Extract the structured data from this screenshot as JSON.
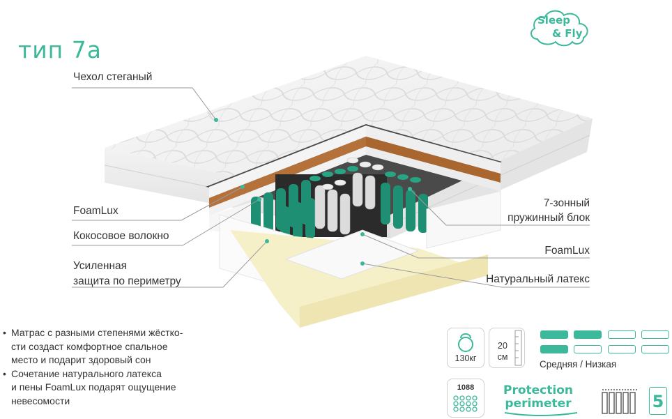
{
  "title": "тип 7а",
  "logo": {
    "line1": "Sleep",
    "line2": "& Fly"
  },
  "labels": {
    "cover": "Чехол стеганый",
    "foamlux_left": "FoamLux",
    "coconut": "Кокосовое волокно",
    "perimeter_1": "Усиленная",
    "perimeter_2": "защита по периметру",
    "springs_1": "7-зонный",
    "springs_2": "пружинный блок",
    "foamlux_right": "FoamLux",
    "latex": "Натуральный латекс"
  },
  "bullets": [
    [
      "Матрас с разными степенями жёстко-",
      "сти создаст комфортное  спальное",
      "место и подарит здоровый сон"
    ],
    [
      "Сочетание натурального латекса",
      "и пены FoamLux подарят ощущение",
      "невесомости"
    ]
  ],
  "specs": {
    "weight": "130кг",
    "height_1": "20",
    "height_2": "см",
    "firmness_label": "Средняя / Низкая",
    "firmness_side_a": 2,
    "firmness_side_b": 1,
    "firmness_max": 4,
    "springs_count": "1088",
    "protection_1": "Protection",
    "protection_2": "perimeter",
    "zones": "5"
  },
  "colors": {
    "accent": "#3cb89a",
    "spring_green": "#1f8f73",
    "coconut": "#b5713a",
    "latex": "#f6f0c8"
  }
}
